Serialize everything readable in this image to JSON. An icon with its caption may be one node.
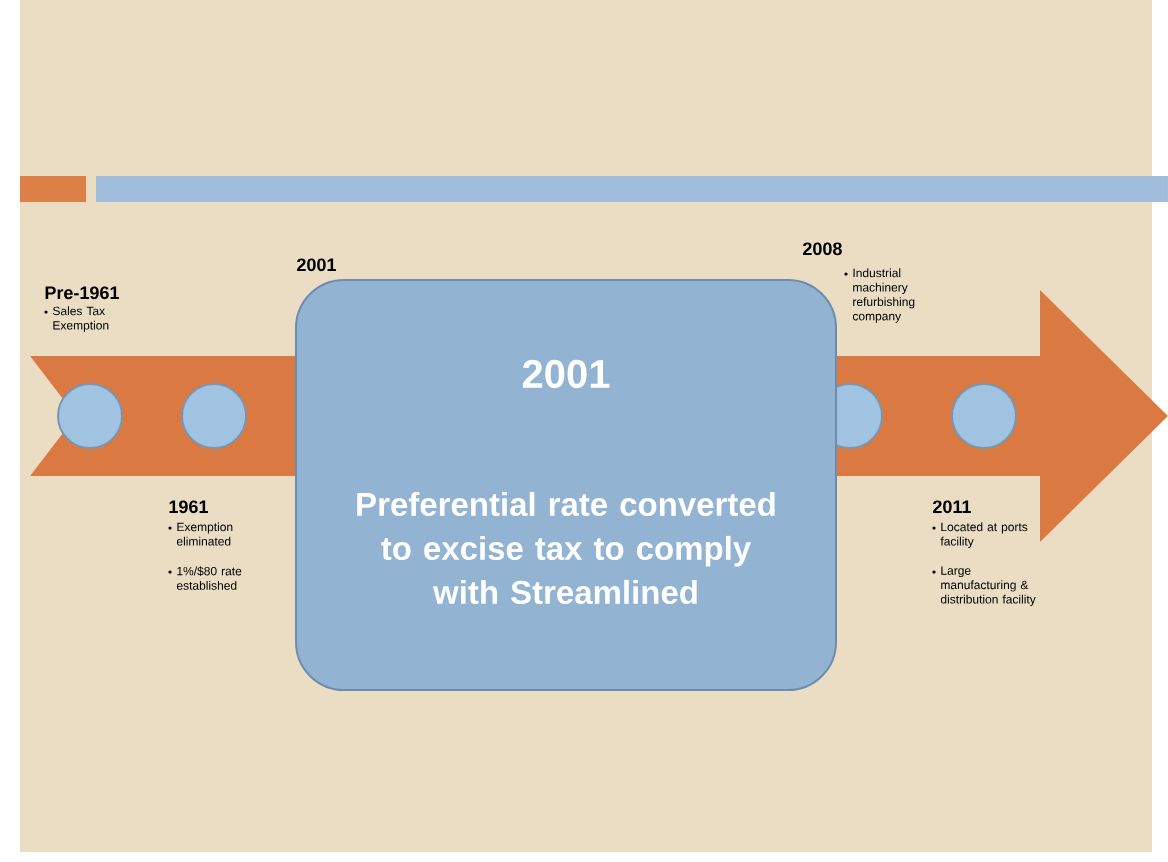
{
  "diagram": {
    "nodes": [
      {
        "text": [
          "2001",
          "Preferential rate converted to excise tax to comply with Streamlined"
        ]
      }
    ],
    "labels": [
      "Pre-1961",
      "Sales Tax Exemption",
      "2001",
      "1961",
      "Exemption eliminated",
      "1%/$80 rate established",
      "2008",
      "Industrial machinery refurbishing company",
      "2011",
      "Located at ports facility",
      "Large manufacturing & distribution facility"
    ]
  }
}
